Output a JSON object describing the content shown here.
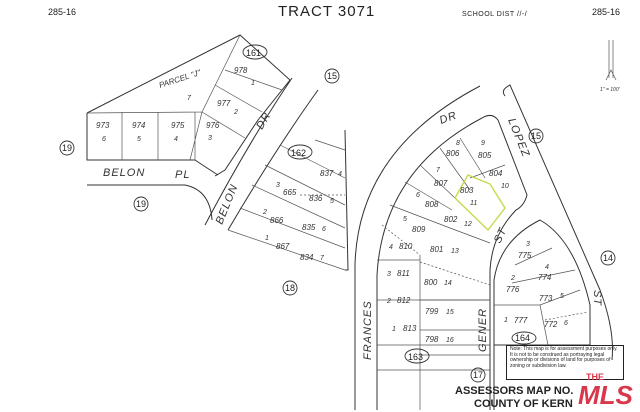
{
  "header": {
    "map_ref_left": "285-16",
    "title": "TRACT 3071",
    "school_dist": "SCHOOL DIST //-/",
    "map_ref_right": "285-16"
  },
  "scale": "1\" = 100'",
  "streets": {
    "belon_pl": [
      "BELON",
      "PL"
    ],
    "belon_dr": [
      "BELON",
      "DR"
    ],
    "frances_dr": [
      "FRANCES",
      "DR"
    ],
    "lopez": "LOPEZ",
    "gener_st": [
      "GENER",
      "ST"
    ],
    "st_east": "ST"
  },
  "blocks": [
    "161",
    "162",
    "163",
    "164"
  ],
  "adjacent_areas": [
    "19",
    "19",
    "15",
    "15",
    "18",
    "14",
    "17"
  ],
  "parcel_label": "PARCEL \"J\"",
  "parcels": {
    "west": [
      {
        "apn": "973",
        "lot": "6"
      },
      {
        "apn": "974",
        "lot": "5"
      },
      {
        "apn": "975",
        "lot": "4"
      },
      {
        "apn": "976",
        "lot": "3"
      },
      {
        "apn": "977",
        "lot": "2"
      },
      {
        "apn": "978",
        "lot": "1"
      },
      {
        "apn": "",
        "lot": "7"
      }
    ],
    "block162": [
      {
        "apn": "837",
        "lot": "4"
      },
      {
        "apn": "665",
        "lot": "3"
      },
      {
        "apn": "836",
        "lot": "5"
      },
      {
        "apn": "866",
        "lot": "2"
      },
      {
        "apn": "835",
        "lot": "6"
      },
      {
        "apn": "867",
        "lot": "1"
      },
      {
        "apn": "834",
        "lot": "7"
      }
    ],
    "block163": [
      {
        "apn": "806",
        "lot": "8"
      },
      {
        "apn": "805",
        "lot": "9"
      },
      {
        "apn": "804",
        "lot": "10"
      },
      {
        "apn": "803",
        "lot": "11"
      },
      {
        "apn": "807",
        "lot": "7"
      },
      {
        "apn": "808",
        "lot": "6"
      },
      {
        "apn": "802",
        "lot": "12"
      },
      {
        "apn": "809",
        "lot": "5"
      },
      {
        "apn": "810",
        "lot": "4"
      },
      {
        "apn": "801",
        "lot": "13"
      },
      {
        "apn": "811",
        "lot": "3"
      },
      {
        "apn": "800",
        "lot": "14"
      },
      {
        "apn": "812",
        "lot": "2"
      },
      {
        "apn": "799",
        "lot": "15"
      },
      {
        "apn": "813",
        "lot": "1"
      },
      {
        "apn": "798",
        "lot": "16"
      }
    ],
    "block164": [
      {
        "apn": "775",
        "lot": "3"
      },
      {
        "apn": "774",
        "lot": "4"
      },
      {
        "apn": "776",
        "lot": "2"
      },
      {
        "apn": "773",
        "lot": "5"
      },
      {
        "apn": "777",
        "lot": "1"
      },
      {
        "apn": "772",
        "lot": "6"
      }
    ]
  },
  "highlight_color": "#c8d84a",
  "note": "Note: This map is for assessment purposes only. It is not to be construed as portraying legal ownership or divisions of land for purposes of zoning or subdivision law.",
  "footer": {
    "line1": "ASSESSORS MAP NO.",
    "line2": "COUNTY OF KERN"
  },
  "watermark": "THE MLS .com"
}
